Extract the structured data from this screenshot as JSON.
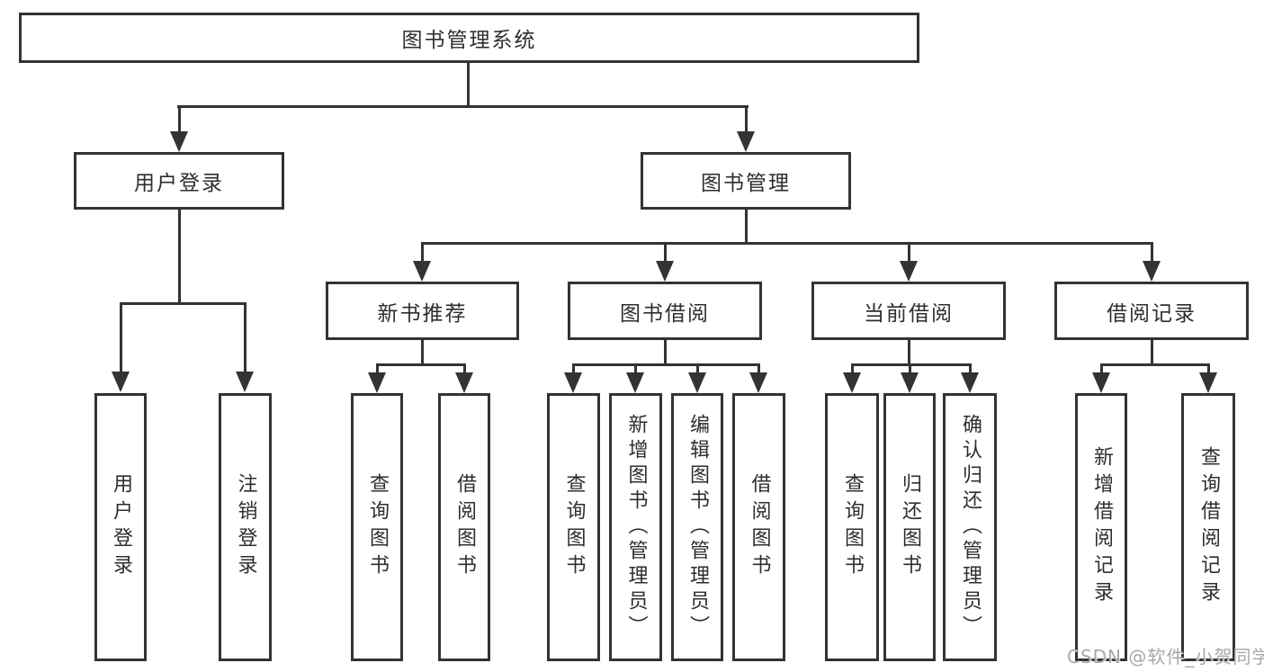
{
  "tree": {
    "root": {
      "label": "图书管理系统"
    },
    "level1": [
      {
        "label": "用户登录",
        "children": [
          {
            "label": "用户登录"
          },
          {
            "label": "注销登录"
          }
        ]
      },
      {
        "label": "图书管理",
        "children": [
          {
            "label": "新书推荐",
            "children": [
              {
                "label": "查询图书"
              },
              {
                "label": "借阅图书"
              }
            ]
          },
          {
            "label": "图书借阅",
            "children": [
              {
                "label": "查询图书"
              },
              {
                "label": "新增图书（管理员）"
              },
              {
                "label": "编辑图书（管理员）"
              },
              {
                "label": "借阅图书"
              }
            ]
          },
          {
            "label": "当前借阅",
            "children": [
              {
                "label": "查询图书"
              },
              {
                "label": "归还图书"
              },
              {
                "label": "确认归还（管理员）"
              }
            ]
          },
          {
            "label": "借阅记录",
            "children": [
              {
                "label": "新增借阅记录"
              },
              {
                "label": "查询借阅记录"
              }
            ]
          }
        ]
      }
    ]
  },
  "watermark": {
    "text": "CSDN @软件_小贺同学"
  },
  "colors": {
    "line": "#333333",
    "text": "#2e2e2e",
    "background": "#ffffff",
    "watermark": "#a8a8a8"
  }
}
